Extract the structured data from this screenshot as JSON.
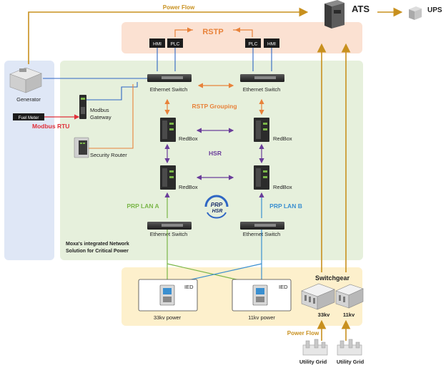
{
  "power_flow_top": "Power Flow",
  "ats": "ATS",
  "ups": "UPS",
  "rstp": "RSTP",
  "hmi_left": "HMI",
  "plc_left": "PLC",
  "plc_right": "PLC",
  "hmi_right": "HMI",
  "generator": "Generator",
  "fuel_meter": "Fuel Meter",
  "modbus_rtu": "Modbus RTU",
  "modbus_gateway_1": "Modbus",
  "modbus_gateway_2": "Gateway",
  "security_router": "Security Router",
  "eth_switch_tl": "Ethernet Switch",
  "eth_switch_tr": "Ethernet Switch",
  "eth_switch_bl": "Ethernet Switch",
  "eth_switch_br": "Ethernet Switch",
  "rstp_grouping": "RSTP Grouping",
  "redbox_1": "RedBox",
  "redbox_2": "RedBox",
  "redbox_3": "RedBox",
  "redbox_4": "RedBox",
  "hsr": "HSR",
  "prp_lan_a": "PRP LAN A",
  "prp_lan_b": "PRP LAN B",
  "prp_logo_1": "PRP",
  "prp_logo_2": "HSR",
  "moxa_1": "Moxa's integrated Network",
  "moxa_2": "Solution for Critical Power",
  "ied_left": "IED",
  "ied_right": "IED",
  "power_33kv": "33kv power",
  "power_11kv": "11kv power",
  "switchgear": "Switchgear",
  "kv33": "33kv",
  "kv11": "11kv",
  "power_flow_bottom": "Power Flow",
  "utility_grid_1": "Utility Grid",
  "utility_grid_2": "Utility Grid",
  "colors": {
    "power": "#c8901e",
    "rstp": "#e8823a",
    "hsr": "#6a3d9a",
    "lan_a": "#7ab648",
    "lan_b": "#3a8fd0",
    "modbus": "#e0303a",
    "link_blue": "#2f66c4"
  }
}
